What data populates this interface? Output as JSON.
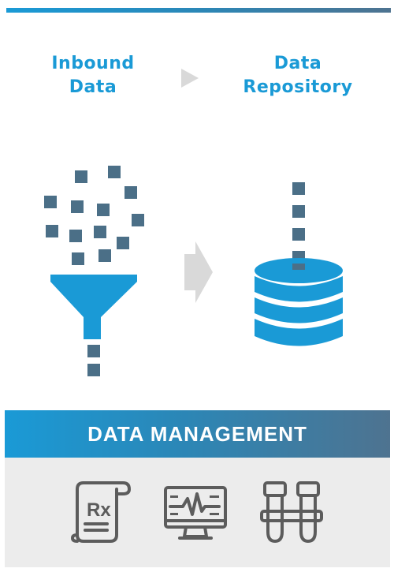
{
  "labels": {
    "inbound_line1": "Inbound",
    "inbound_line2": "Data",
    "repository_line1": "Data",
    "repository_line2": "Repository"
  },
  "banner": {
    "title": "DATA MANAGEMENT"
  },
  "icons": [
    {
      "name": "prescription-scroll-icon",
      "glyph_text": "Rx"
    },
    {
      "name": "monitor-heartbeat-icon"
    },
    {
      "name": "test-tubes-icon"
    }
  ],
  "colors": {
    "accent_blue": "#1a9ad6",
    "data_square": "#4b6f87",
    "arrow_gray": "#d9d9d9",
    "icon_gray": "#5c5c5c",
    "panel_bg": "#ececec"
  }
}
